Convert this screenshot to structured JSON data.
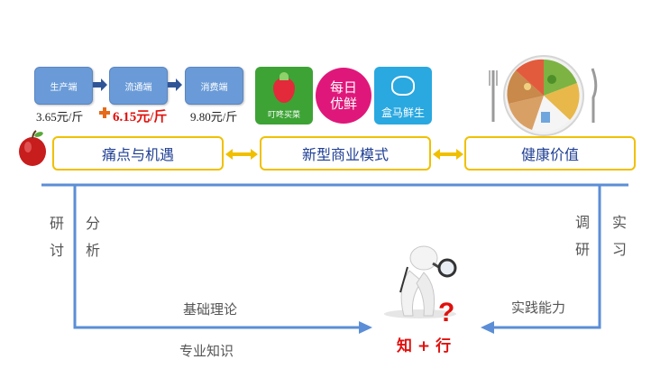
{
  "supply_chain": {
    "stages": [
      "生产端",
      "流通端",
      "消费端"
    ],
    "prices": [
      "3.65元/斤",
      "6.15元/斤",
      "9.80元/斤"
    ]
  },
  "logos": {
    "dingdong": "叮咚买菜",
    "missfresh_line1": "每日",
    "missfresh_line2": "优鲜",
    "hema": "盒马鲜生"
  },
  "themes": {
    "left": "痛点与机遇",
    "center": "新型商业模式",
    "right": "健康价值"
  },
  "left_labels": {
    "col1": [
      "研",
      "讨"
    ],
    "col2": [
      "分",
      "析"
    ]
  },
  "right_labels": {
    "col1": [
      "调",
      "研"
    ],
    "col2": [
      "实",
      "习"
    ]
  },
  "bottom": {
    "left_top": "基础理论",
    "left_bottom": "专业知识",
    "right": "实践能力",
    "center": "知 + 行",
    "question_mark": "?"
  },
  "colors": {
    "flow_box": "#6a9bd8",
    "theme_border": "#f0c000",
    "theme_text": "#1f3f94",
    "line": "#5b8ed6",
    "highlight": "#e0100c"
  }
}
